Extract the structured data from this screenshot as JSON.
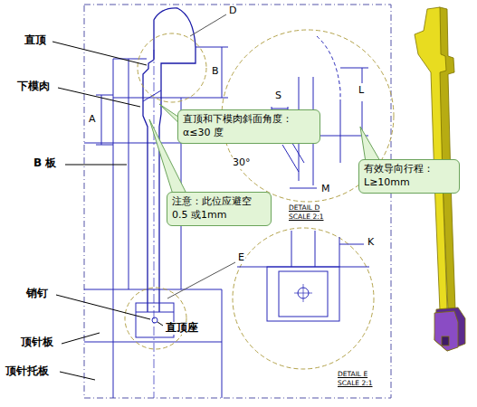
{
  "diagram": {
    "nodes": [
      {
        "text": [
          "直顶和下模肉斜面角度：α≤30 度"
        ]
      },
      {
        "text": [
          "有效导向行程：L≥10mm"
        ]
      },
      {
        "text": [
          "注意：此位应避空 0.5 或1mm"
        ]
      }
    ],
    "labels": [
      "直顶",
      "下模肉",
      "B 板",
      "销钉",
      "顶针板",
      "顶针托板",
      "直顶座",
      "D",
      "B",
      "A",
      "E",
      "S",
      "L",
      "30°",
      "M",
      "K",
      "DETAIL D",
      "SCALE 2:1",
      "DETAIL E",
      "SCALE 2:1"
    ]
  }
}
